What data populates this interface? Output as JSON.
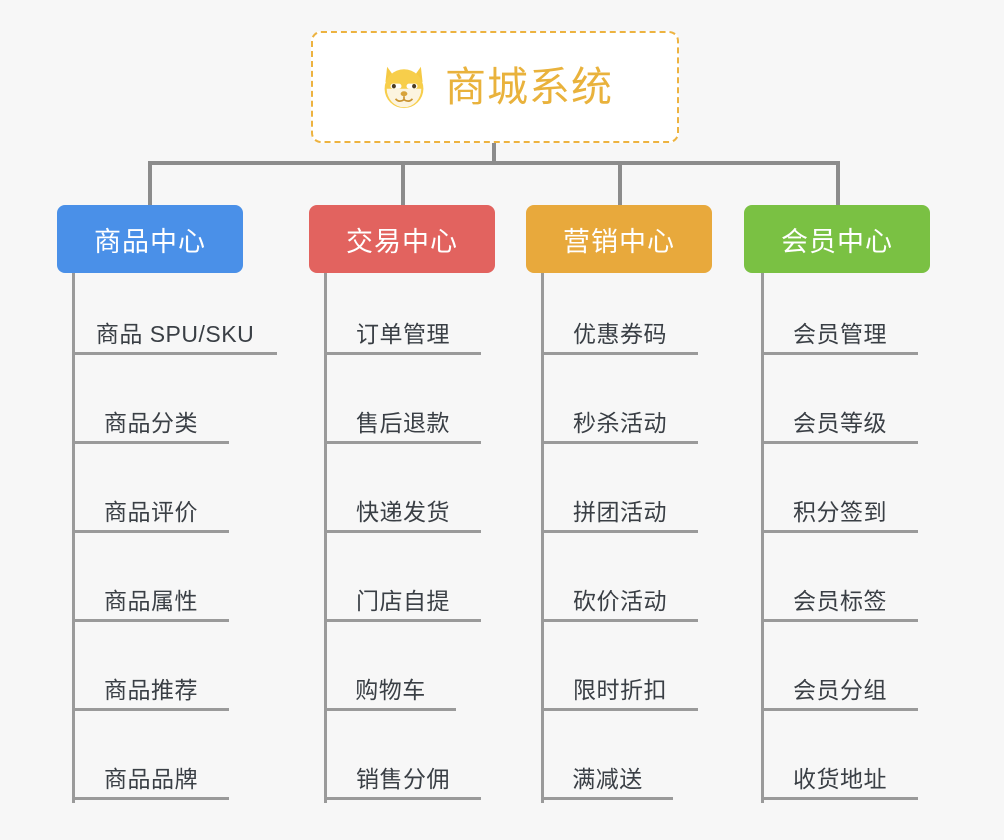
{
  "root": {
    "title": "商城系统",
    "icon": "shiba-dog-icon",
    "border_color": "#EDB340",
    "text_color": "#E9B23C",
    "background": "#FFFFFF"
  },
  "canvas": {
    "background": "#F7F7F7",
    "connector_color": "#8C8C8C"
  },
  "columns": [
    {
      "title": "商品中心",
      "color": "#4A90E8",
      "items": [
        "商品 SPU/SKU",
        "商品分类",
        "商品评价",
        "商品属性",
        "商品推荐",
        "商品品牌"
      ]
    },
    {
      "title": "交易中心",
      "color": "#E2635F",
      "items": [
        "订单管理",
        "售后退款",
        "快递发货",
        "门店自提",
        "购物车",
        "销售分佣"
      ]
    },
    {
      "title": "营销中心",
      "color": "#E8A93C",
      "items": [
        "优惠券码",
        "秒杀活动",
        "拼团活动",
        "砍价活动",
        "限时折扣",
        "满减送"
      ]
    },
    {
      "title": "会员中心",
      "color": "#7AC143",
      "items": [
        "会员管理",
        "会员等级",
        "积分签到",
        "会员标签",
        "会员分组",
        "收货地址"
      ]
    }
  ]
}
